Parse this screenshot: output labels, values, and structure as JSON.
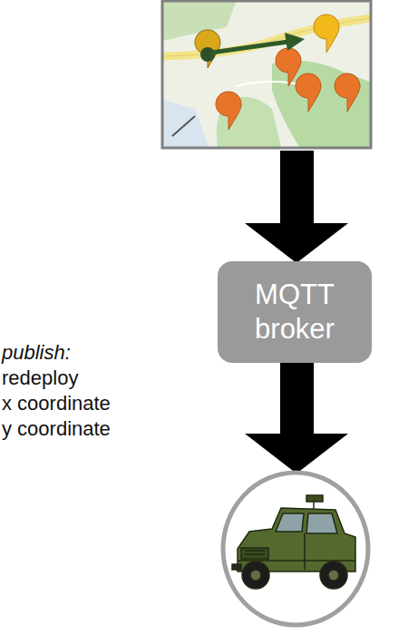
{
  "diagram": {
    "nodes": [
      {
        "text": [
          "MQTT broker"
        ]
      }
    ],
    "labels": [
      "publish:",
      "redeploy",
      "x coordinate",
      "y coordinate"
    ]
  }
}
